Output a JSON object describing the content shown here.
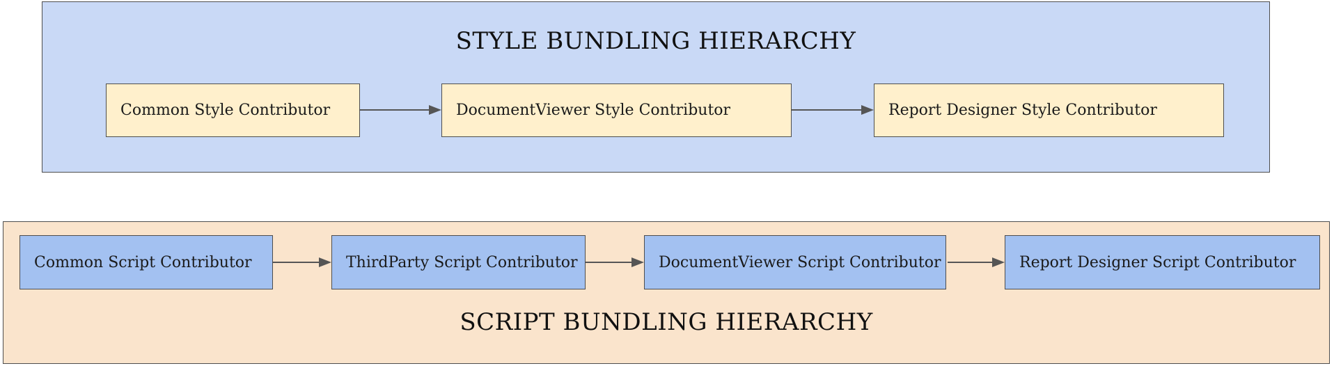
{
  "colors": {
    "style_cluster_fill": "#c9d9f6",
    "style_node_fill": "#fff0cc",
    "script_cluster_fill": "#fae4cc",
    "script_node_fill": "#a3c1f1",
    "border": "#4d4d4d",
    "edge": "#555555"
  },
  "style_cluster": {
    "title": "STYLE BUNDLING HIERARCHY",
    "nodes": [
      {
        "label": "Common Style Contributor"
      },
      {
        "label": "DocumentViewer Style Contributor"
      },
      {
        "label": "Report Designer Style Contributor"
      }
    ]
  },
  "script_cluster": {
    "title": "SCRIPT BUNDLING HIERARCHY",
    "nodes": [
      {
        "label": "Common Script Contributor"
      },
      {
        "label": "ThirdParty Script Contributor"
      },
      {
        "label": "DocumentViewer Script Contributor"
      },
      {
        "label": "Report Designer Script Contributor"
      }
    ]
  }
}
